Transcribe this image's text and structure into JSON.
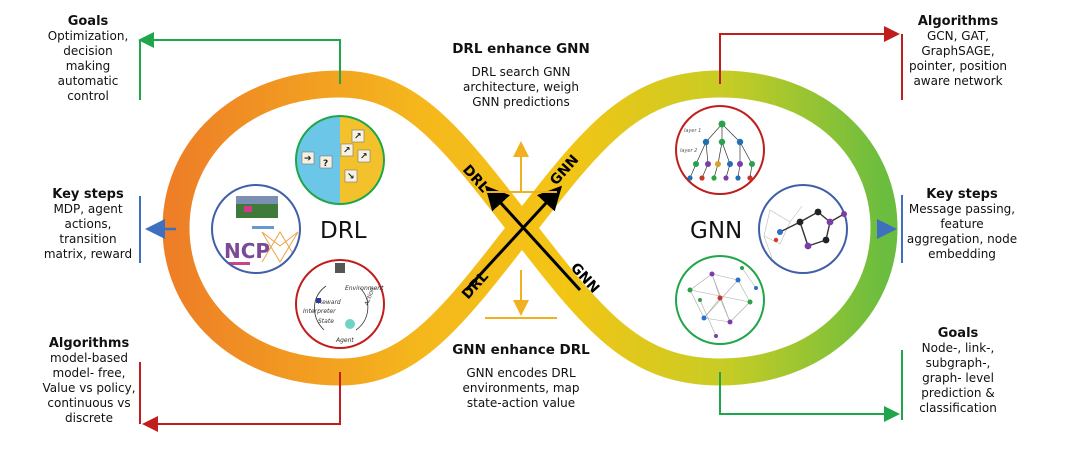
{
  "left": {
    "goals": {
      "heading": "Goals",
      "text": "Optimization, decision making automatic control"
    },
    "key_steps": {
      "heading": "Key steps",
      "text": "MDP, agent actions, transition matrix, reward"
    },
    "algorithms": {
      "heading": "Algorithms",
      "text": "model-based model- free, Value vs policy, continuous vs discrete"
    }
  },
  "right": {
    "algorithms": {
      "heading": "Algorithms",
      "text": "GCN, GAT, GraphSAGE, pointer, position aware network"
    },
    "key_steps": {
      "heading": "Key steps",
      "text": "Message passing, feature aggregation, node embedding"
    },
    "goals": {
      "heading": "Goals",
      "text": "Node-, link-, subgraph-, graph- level prediction & classification"
    }
  },
  "center": {
    "top": {
      "heading": "DRL enhance GNN",
      "text": "DRL search GNN architecture, weigh GNN predictions"
    },
    "bottom": {
      "heading": "GNN enhance DRL",
      "text": "GNN encodes DRL environments, map state-action value"
    },
    "loop_left_label": "DRL",
    "loop_right_label": "GNN",
    "arrow_labels": {
      "upper_left": "DRL",
      "upper_right": "GNN",
      "lower_left": "DRL",
      "lower_right": "GNN"
    }
  },
  "images": {
    "rl_diagram": {
      "environment": "Environment",
      "interpreter": "Interpreter",
      "reward": "Reward",
      "state": "State",
      "agent": "Agent",
      "action": "Action"
    },
    "tree": {
      "layer1": "layer 1",
      "layer2": "layer 2"
    },
    "wordcloud": "NCP"
  },
  "colors": {
    "loop_left": "#ef8a2b",
    "loop_mid": "#f6c318",
    "loop_right": "#79bf3c",
    "green_line": "#1fa64a",
    "blue_line": "#3f6fbf",
    "red_line": "#c01d1d",
    "gold_arrow": "#f0b020"
  }
}
